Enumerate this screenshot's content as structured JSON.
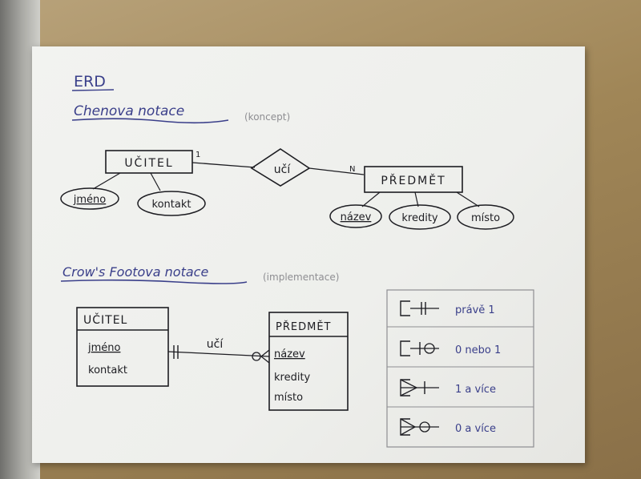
{
  "title": "ERD",
  "chen": {
    "heading": "Chenova notace",
    "note": "(koncept)",
    "entity_teacher": "UČITEL",
    "entity_subject": "PŘEDMĚT",
    "relation": "učí",
    "card_left": "1",
    "card_right": "N",
    "attrs_teacher": [
      "jméno",
      "kontakt"
    ],
    "attrs_subject": [
      "název",
      "kredity",
      "místo"
    ]
  },
  "crows": {
    "heading": "Crow's Footova notace",
    "note": "(implementace)",
    "table_teacher": {
      "name": "UČITEL",
      "key": "jméno",
      "fields": [
        "kontakt"
      ]
    },
    "table_subject": {
      "name": "PŘEDMĚT",
      "key": "název",
      "fields": [
        "kredity",
        "místo"
      ]
    },
    "relation": "učí"
  },
  "legend": [
    "právě 1",
    "0 nebo 1",
    "1 a více",
    "0 a více"
  ],
  "colors": {
    "ink": "#1d1d22",
    "heading_ink": "#3a3f8a",
    "paper": "#eeefec"
  }
}
